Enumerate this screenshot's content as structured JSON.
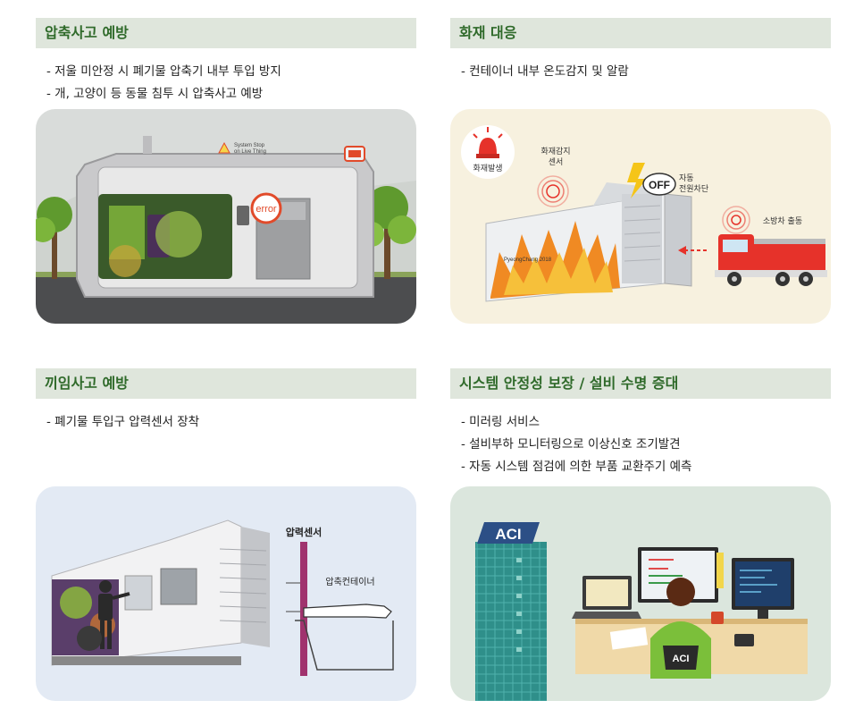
{
  "panels": [
    {
      "title": "압축사고 예방",
      "bullets": [
        "저울 미안정 시 폐기물 압축기 내부 투입 방지",
        "개, 고양이 등 동물 침투 시 압축사고 예방"
      ],
      "labels": {
        "warning": "System Stop",
        "warning2": "on Live Thing",
        "error": "error"
      }
    },
    {
      "title": "화재 대응",
      "bullets": [
        "컨테이너 내부 온도감지 및 알람"
      ],
      "labels": {
        "alarm": "화재발생",
        "sensor1": "화재감지",
        "sensor2": "센서",
        "off": "OFF",
        "cut1": "자동",
        "cut2": "전원차단",
        "truck": "소방차 출동",
        "brand": "PyeongChang 2018"
      }
    },
    {
      "title": "끼임사고 예방",
      "bullets": [
        "폐기물 투입구 압력센서 장착"
      ],
      "labels": {
        "sensor": "압력센서",
        "container": "압축컨테이너"
      }
    },
    {
      "title": "시스템 안정성 보장 / 설비 수명 증대",
      "bullets": [
        "미러링 서비스",
        "설비부하 모니터링으로 이상신호 조기발견",
        "자동 시스템 점검에 의한 부품 교환주기 예측"
      ],
      "labels": {
        "building": "ACI",
        "shirt": "ACI"
      }
    }
  ]
}
